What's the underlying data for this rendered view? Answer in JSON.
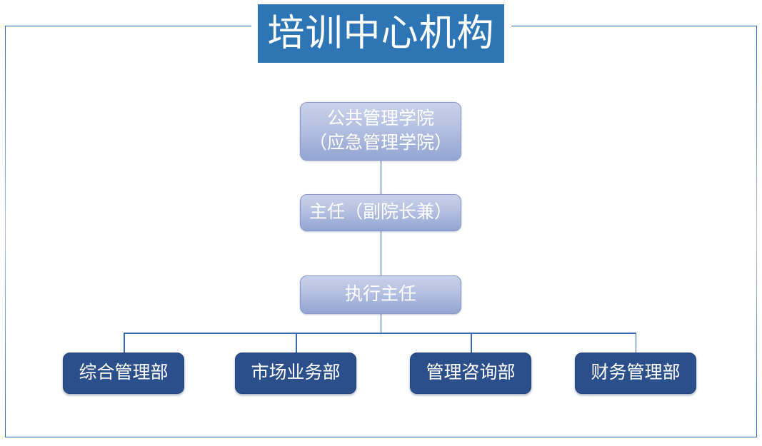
{
  "title": {
    "text": "培训中心机构",
    "banner_color": "#2e75b6",
    "text_color": "#ffffff"
  },
  "frame": {
    "border_color": "#2e6db4"
  },
  "chart_data": {
    "type": "diagram",
    "subtype": "organization-chart",
    "title": "培训中心机构",
    "orientation": "top-down",
    "node_styles": {
      "level_top_fill_start": "#c9d2ea",
      "level_top_fill_end": "#93a5d3",
      "department_fill": "#2b4f8a",
      "connector_color": "#3a6bb0",
      "node_text_color": "#ffffff"
    },
    "nodes": [
      {
        "id": "college",
        "level": 0,
        "lines": [
          "公共管理学院",
          "（应急管理学院）"
        ],
        "style": "gradient"
      },
      {
        "id": "director",
        "level": 1,
        "lines": [
          "主任（副院长兼）"
        ],
        "style": "gradient"
      },
      {
        "id": "executive-director",
        "level": 2,
        "lines": [
          "执行主任"
        ],
        "style": "gradient"
      },
      {
        "id": "dept-general-management",
        "level": 3,
        "lines": [
          "综合管理部"
        ],
        "style": "solid"
      },
      {
        "id": "dept-market-business",
        "level": 3,
        "lines": [
          "市场业务部"
        ],
        "style": "solid"
      },
      {
        "id": "dept-management-consulting",
        "level": 3,
        "lines": [
          "管理咨询部"
        ],
        "style": "solid"
      },
      {
        "id": "dept-financial-management",
        "level": 3,
        "lines": [
          "财务管理部"
        ],
        "style": "solid"
      }
    ],
    "edges": [
      {
        "from": "college",
        "to": "director"
      },
      {
        "from": "director",
        "to": "executive-director"
      },
      {
        "from": "executive-director",
        "to": "dept-general-management"
      },
      {
        "from": "executive-director",
        "to": "dept-market-business"
      },
      {
        "from": "executive-director",
        "to": "dept-management-consulting"
      },
      {
        "from": "executive-director",
        "to": "dept-financial-management"
      }
    ]
  }
}
